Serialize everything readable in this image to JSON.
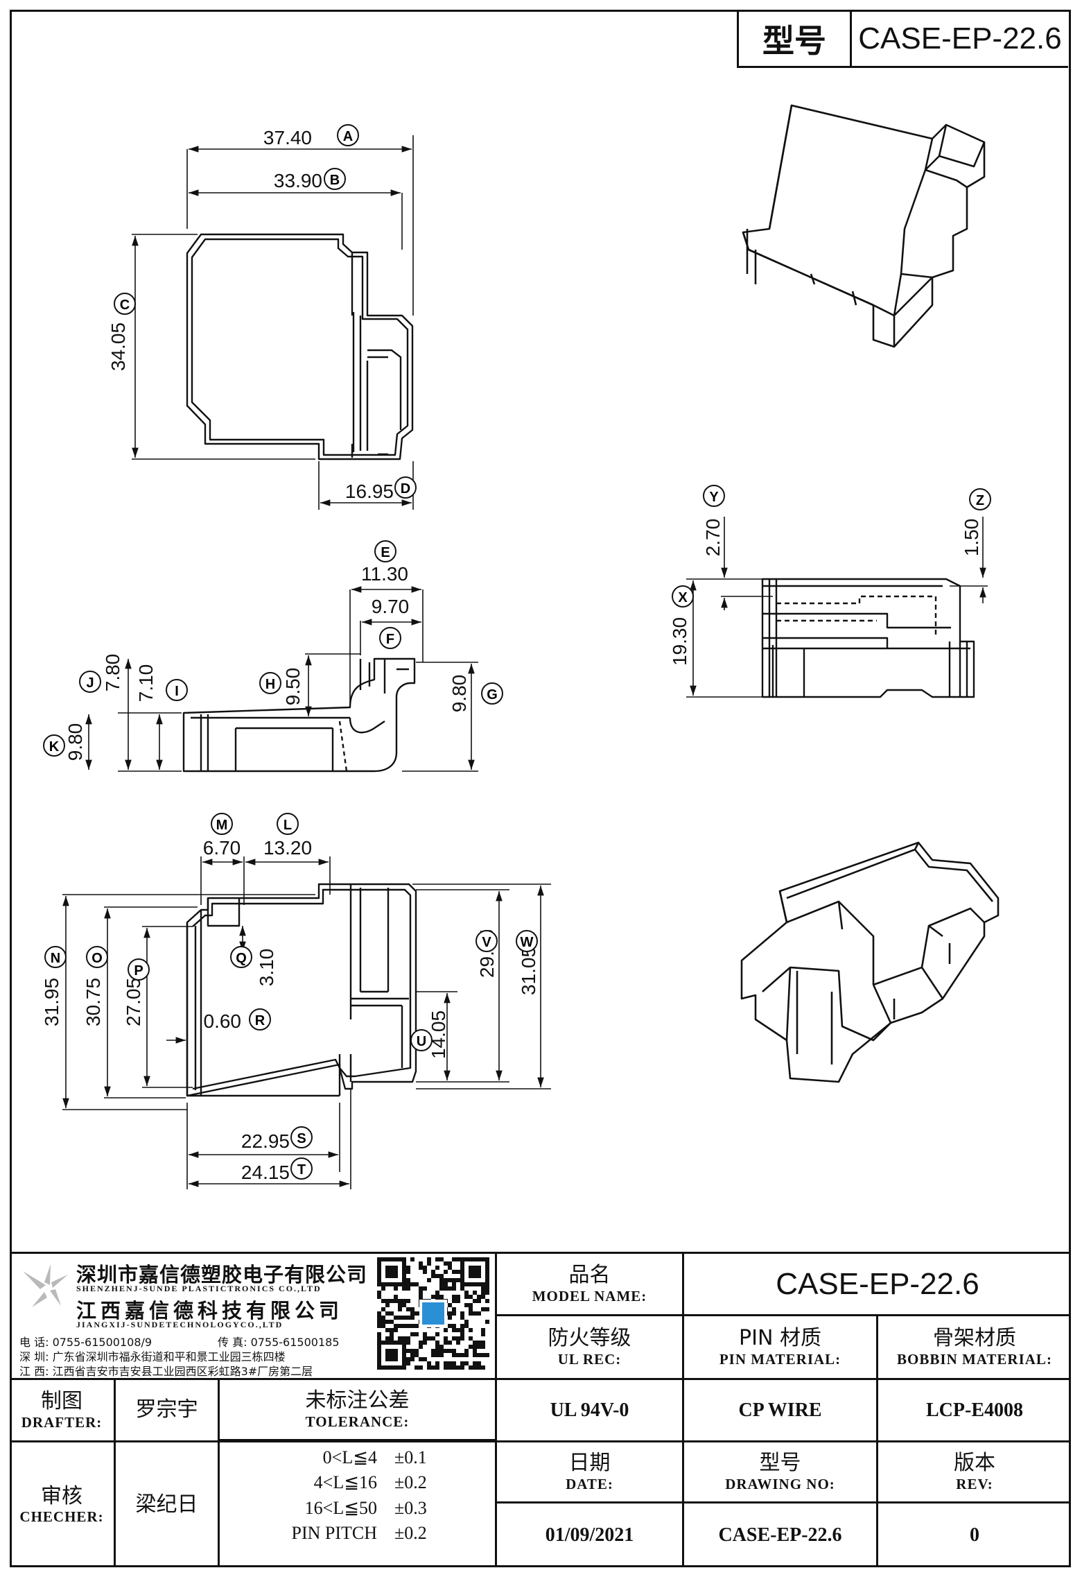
{
  "header": {
    "label": "型号",
    "value": "CASE-EP-22.6"
  },
  "dims": {
    "A": "37.40",
    "B": "33.90",
    "C": "34.05",
    "D": "16.95",
    "E": "11.30",
    "E2": "9.70",
    "F": "F",
    "G": "9.80",
    "H": "9.50",
    "J": "7.80",
    "I": "7.10",
    "K": "9.80",
    "M": "6.70",
    "L": "13.20",
    "N": "31.95",
    "O": "30.75",
    "P": "27.05",
    "Q": "3.10",
    "R": "0.60",
    "S": "22.95",
    "T": "24.15",
    "U": "14.05",
    "V": "29.85",
    "W": "31.05",
    "X": "19.30",
    "Y": "2.70",
    "Z": "1.50"
  },
  "letters": [
    "A",
    "B",
    "C",
    "D",
    "E",
    "F",
    "G",
    "H",
    "I",
    "J",
    "K",
    "L",
    "M",
    "N",
    "O",
    "P",
    "Q",
    "R",
    "S",
    "T",
    "U",
    "V",
    "W",
    "X",
    "Y",
    "Z"
  ],
  "company": {
    "name_sz": "深圳市嘉信德塑胶电子有限公司",
    "name_sz_en": "SHENZHENJ-SUNDE PLASTICTRONICS CO.,LTD",
    "name_jx": "江西嘉信德科技有限公司",
    "name_jx_en": "JIANGXIJ-SUNDETECHNOLOGYCO.,LTD",
    "phone": "电 话: 0755-61500108/9",
    "fax": "传 真: 0755-61500185",
    "addr_sz": "深 圳: 广东省深圳市福永街道和平和景工业园三栋四楼",
    "addr_jx": "江 西: 江西省吉安市吉安县工业园西区彩虹路3#厂房第二层"
  },
  "table": {
    "model_name_zh": "品名",
    "model_name_en": "MODEL NAME:",
    "model_name_value": "CASE-EP-22.6",
    "ul_zh": "防火等级",
    "ul_en": "UL REC:",
    "pin_zh": "PIN 材质",
    "pin_en": "PIN MATERIAL:",
    "bobbin_zh": "骨架材质",
    "bobbin_en": "BOBBIN MATERIAL:",
    "drafter_zh": "制图",
    "drafter_en": "DRAFTER:",
    "drafter_name": "罗宗宇",
    "checker_zh": "审核",
    "checker_en": "CHECHER:",
    "checker_name": "梁纪日",
    "tolerance_zh": "未标注公差",
    "tolerance_en": "TOLERANCE:",
    "tolerance_rows": [
      {
        "range": "0<L≦4",
        "value": "±0.1"
      },
      {
        "range": "4<L≦16",
        "value": "±0.2"
      },
      {
        "range": "16<L≦50",
        "value": "±0.3"
      },
      {
        "range": "PIN PITCH",
        "value": "±0.2"
      }
    ],
    "ul_value": "UL 94V-0",
    "pin_value": "CP WIRE",
    "bobbin_value": "LCP-E4008",
    "date_zh": "日期",
    "date_en": "DATE:",
    "drawing_zh": "型号",
    "drawing_en": "DRAWING NO:",
    "rev_zh": "版本",
    "rev_en": "REV:",
    "date_value": "01/09/2021",
    "drawing_value": "CASE-EP-22.6",
    "rev_value": "0"
  }
}
